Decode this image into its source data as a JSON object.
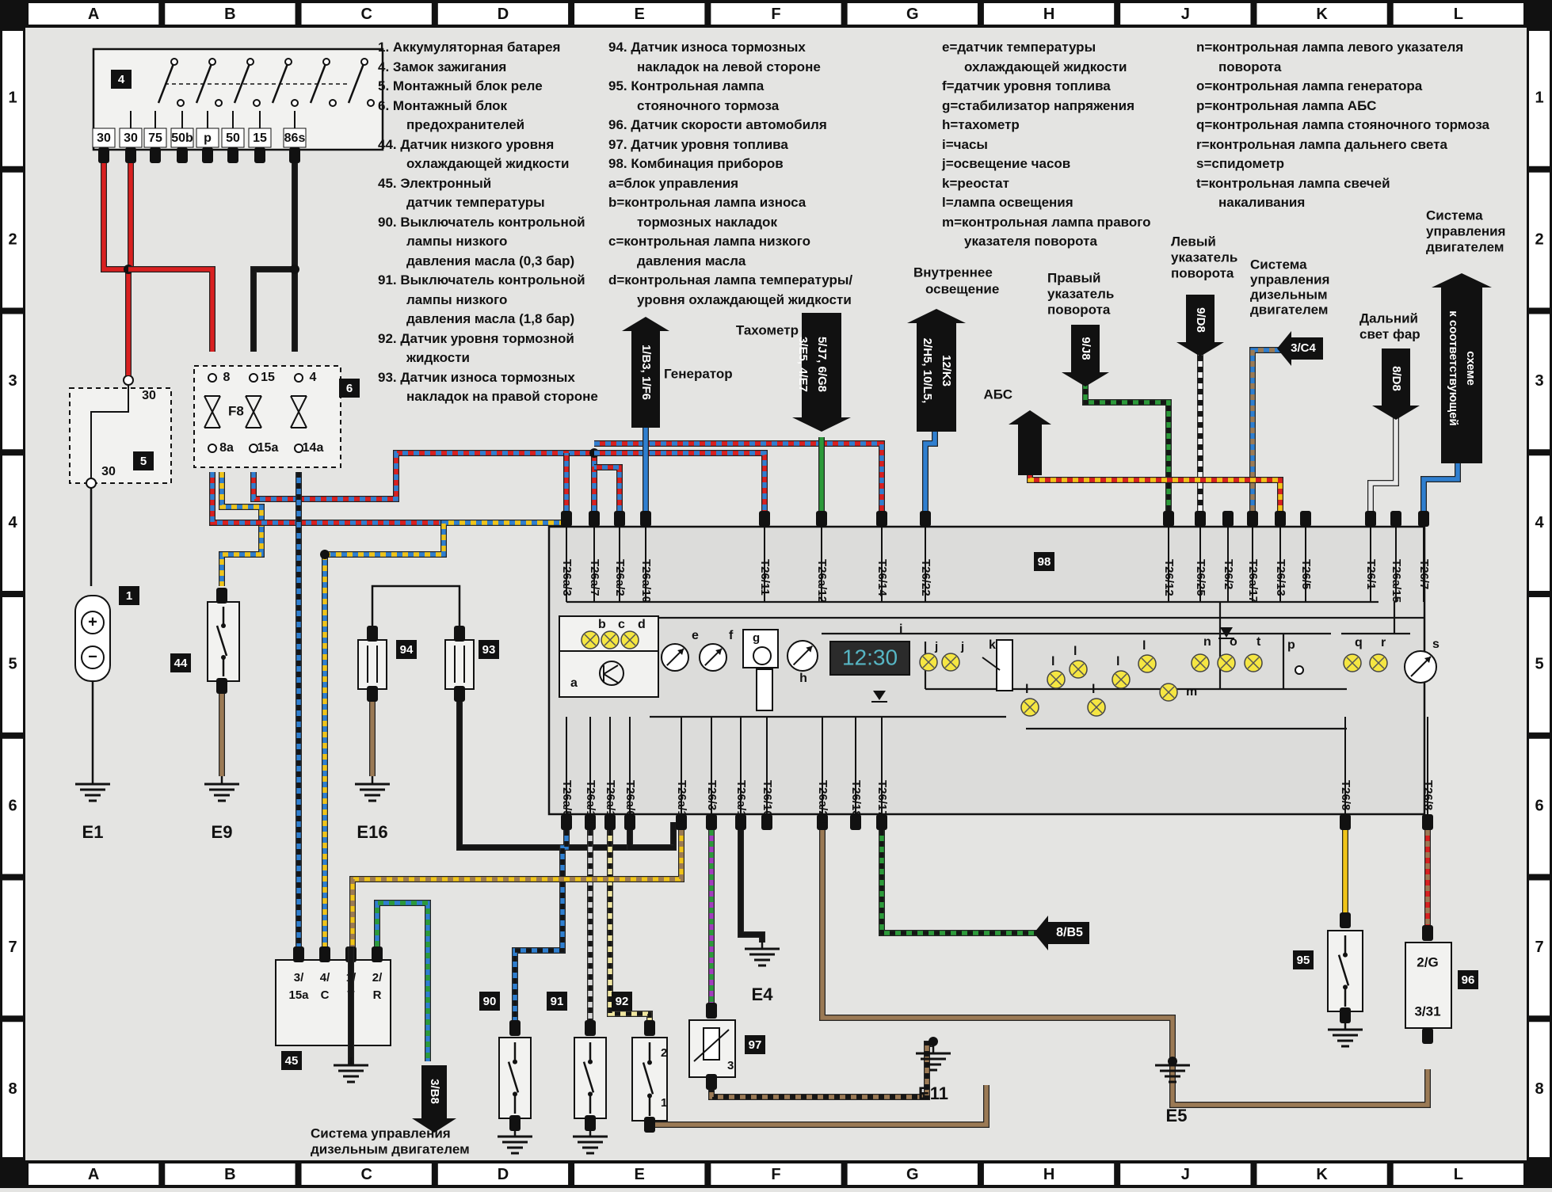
{
  "grid": {
    "columns": [
      "A",
      "B",
      "C",
      "D",
      "E",
      "F",
      "G",
      "H",
      "J",
      "K",
      "L"
    ],
    "rows": [
      "1",
      "2",
      "3",
      "4",
      "5",
      "6",
      "7",
      "8"
    ]
  },
  "legend": {
    "col1": [
      {
        "num": "1.",
        "text": "Аккумуляторная батарея"
      },
      {
        "num": "4.",
        "text": "Замок зажигания"
      },
      {
        "num": "5.",
        "text": "Монтажный блок реле"
      },
      {
        "num": "6.",
        "text": "Монтажный блок"
      },
      {
        "num": "",
        "text": "предохранителей"
      },
      {
        "num": "44.",
        "text": "Датчик низкого уровня"
      },
      {
        "num": "",
        "text": "охлаждающей жидкости"
      },
      {
        "num": "45.",
        "text": "Электронный"
      },
      {
        "num": "",
        "text": "датчик температуры"
      },
      {
        "num": "90.",
        "text": "Выключатель контрольной"
      },
      {
        "num": "",
        "text": "лампы низкого"
      },
      {
        "num": "",
        "text": "давления масла (0,3 бар)"
      },
      {
        "num": "91.",
        "text": "Выключатель контрольной"
      },
      {
        "num": "",
        "text": "лампы низкого"
      },
      {
        "num": "",
        "text": "давления масла (1,8 бар)"
      },
      {
        "num": "92.",
        "text": "Датчик уровня тормозной"
      },
      {
        "num": "",
        "text": "жидкости"
      },
      {
        "num": "93.",
        "text": "Датчик износа тормозных"
      },
      {
        "num": "",
        "text": "накладок на правой стороне"
      }
    ],
    "col2": [
      {
        "num": "94.",
        "text": "Датчик износа тормозных"
      },
      {
        "num": "",
        "text": "накладок на левой стороне"
      },
      {
        "num": "95.",
        "text": "Контрольная лампа"
      },
      {
        "num": "",
        "text": "стояночного тормоза"
      },
      {
        "num": "96.",
        "text": "Датчик скорости автомобиля"
      },
      {
        "num": "97.",
        "text": "Датчик уровня топлива"
      },
      {
        "num": "98.",
        "text": "Комбинация приборов"
      },
      {
        "num": "",
        "text": "a=блок управления"
      },
      {
        "num": "",
        "text": "b=контрольная лампа износа"
      },
      {
        "num": "",
        "text": "тормозных накладок"
      },
      {
        "num": "",
        "text": "c=контрольная лампа низкого"
      },
      {
        "num": "",
        "text": "давления масла"
      },
      {
        "num": "",
        "text": "d=контрольная лампа температуры/"
      },
      {
        "num": "",
        "text": "уровня охлаждающей жидкости"
      }
    ],
    "col3": [
      {
        "num": "",
        "text": "e=датчик температуры"
      },
      {
        "num": "",
        "text": "охлаждающей жидкости"
      },
      {
        "num": "",
        "text": "f=датчик уровня топлива"
      },
      {
        "num": "",
        "text": "g=стабилизатор напряжения"
      },
      {
        "num": "",
        "text": "h=тахометр"
      },
      {
        "num": "",
        "text": "i=часы"
      },
      {
        "num": "",
        "text": "j=освещение часов"
      },
      {
        "num": "",
        "text": "k=реостат"
      },
      {
        "num": "",
        "text": "l=лампа освещения"
      },
      {
        "num": "",
        "text": "m=контрольная лампа правого"
      },
      {
        "num": "",
        "text": "указателя поворота"
      }
    ],
    "col4": [
      {
        "num": "",
        "text": "n=контрольная лампа левого указателя"
      },
      {
        "num": "",
        "text": "поворота"
      },
      {
        "num": "",
        "text": "o=контрольная лампа генератора"
      },
      {
        "num": "",
        "text": "p=контрольная лампа АБС"
      },
      {
        "num": "",
        "text": "q=контрольная лампа стояночного тормоза"
      },
      {
        "num": "",
        "text": "r=контрольная лампа дальнего света"
      },
      {
        "num": "",
        "text": "s=спидометр"
      },
      {
        "num": "",
        "text": "t=контрольная лампа свечей"
      },
      {
        "num": "",
        "text": "накаливания"
      }
    ]
  },
  "components": {
    "ignition_switch": {
      "id": "4",
      "terminals": [
        "30",
        "30",
        "75",
        "50b",
        "p",
        "50",
        "15",
        "86s"
      ]
    },
    "relay_block": {
      "id": "5",
      "terminals": [
        "30",
        "30"
      ]
    },
    "fuse_block": {
      "id": "6",
      "fuse": "F8",
      "terminals_top": [
        "8",
        "15",
        "4"
      ],
      "terminals_bottom": [
        "8a",
        "15a",
        "14a"
      ]
    },
    "battery": {
      "id": "1"
    },
    "coolant_level_sensor": {
      "id": "44"
    },
    "temperature_sensor": {
      "id": "45",
      "terminals": [
        "3/15a",
        "4/C",
        "1/T",
        "2/R"
      ]
    },
    "oil_switch_03": {
      "id": "90"
    },
    "oil_switch_18": {
      "id": "91"
    },
    "brake_fluid_sensor": {
      "id": "92",
      "terminals": [
        "2",
        "1"
      ]
    },
    "pad_sensor_right": {
      "id": "93"
    },
    "pad_sensor_left": {
      "id": "94"
    },
    "parking_brake_lamp": {
      "id": "95"
    },
    "speed_sensor": {
      "id": "96",
      "terminals": [
        "2/G",
        "3/31"
      ]
    },
    "fuel_sensor": {
      "id": "97",
      "terminals": [
        "3"
      ]
    },
    "cluster": {
      "id": "98",
      "clock": "12:30",
      "pins_top": [
        "T26a/3",
        "T26a/7",
        "T26a/2",
        "T26a/10",
        "T26/11",
        "T26a/12",
        "T26/14",
        "T26/22",
        "T26/12",
        "T26/25",
        "T26/2",
        "T26a/17",
        "T26/13",
        "T26/5",
        "T26/1",
        "T26a/15",
        "T26/7"
      ],
      "pins_bottom": [
        "T26a/5",
        "T26a/14",
        "T26a/1",
        "T26a/6",
        "T26a/16",
        "T26/3",
        "T26a/11",
        "T26/10",
        "T26a/24",
        "T26/18",
        "T26/17",
        "T26/8",
        "T26/8"
      ],
      "letters": [
        "a",
        "b",
        "c",
        "d",
        "e",
        "f",
        "g",
        "h",
        "i",
        "j",
        "j",
        "k",
        "l",
        "l",
        "l",
        "l",
        "l",
        "l",
        "l",
        "m",
        "n",
        "o",
        "t",
        "p",
        "q",
        "r",
        "s"
      ]
    }
  },
  "grounds": [
    "E1",
    "E9",
    "E16",
    "E4",
    "E11",
    "E5"
  ],
  "arrows": [
    {
      "label": "1/B3, 1/F6",
      "caption": "Генератор"
    },
    {
      "label": "3/E5, 4/E7 5/J7, 6/G8",
      "caption": "Тахометр"
    },
    {
      "label": "2/H5, 10/L5, 12/K3",
      "caption": "Внутреннее освещение"
    },
    {
      "label": "",
      "caption": "АБС"
    },
    {
      "label": "9/J8",
      "caption": "Правый указатель поворота"
    },
    {
      "label": "9/D8",
      "caption": "Левый указатель поворота"
    },
    {
      "label": "3/C4",
      "caption": "Система управления дизельным двигателем"
    },
    {
      "label": "8/D8",
      "caption": "Дальний свет фар"
    },
    {
      "label": "к соответствующей схеме",
      "caption": "Система управления двигателем"
    },
    {
      "label": "8/B5",
      "caption": ""
    },
    {
      "label": "3/B8",
      "caption": "Система управления дизельным двигателем"
    }
  ],
  "colors": {
    "red": "#d92020",
    "blue": "#2f7fd0",
    "yellow": "#f0c419",
    "green": "#2c9a3a",
    "brown": "#9b7a55",
    "violet": "#a33dbf",
    "black": "#151515",
    "lamp": "#f5e642",
    "frame": "#141414",
    "panel": "#dcdcda"
  }
}
